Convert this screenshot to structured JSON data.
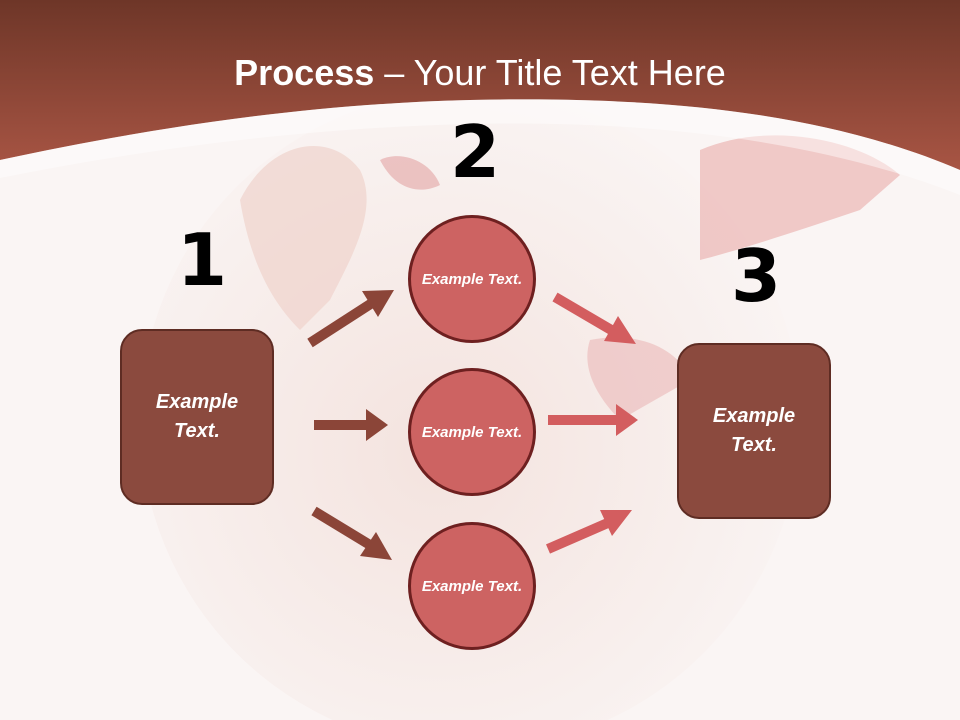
{
  "title": {
    "bold": "Process",
    "rest": " – Your Title Text Here"
  },
  "steps": [
    {
      "number": "1",
      "text": "Example Text."
    },
    {
      "number": "2",
      "texts": [
        "Example Text.",
        "Example Text.",
        "Example Text."
      ]
    },
    {
      "number": "3",
      "text": "Example Text."
    }
  ],
  "colors": {
    "header": "#a0473a",
    "box_fill": "#8b4a3e",
    "circle_fill": "#cd6362",
    "left_arrow": "#8b4538",
    "right_arrow": "#d35d5f"
  }
}
